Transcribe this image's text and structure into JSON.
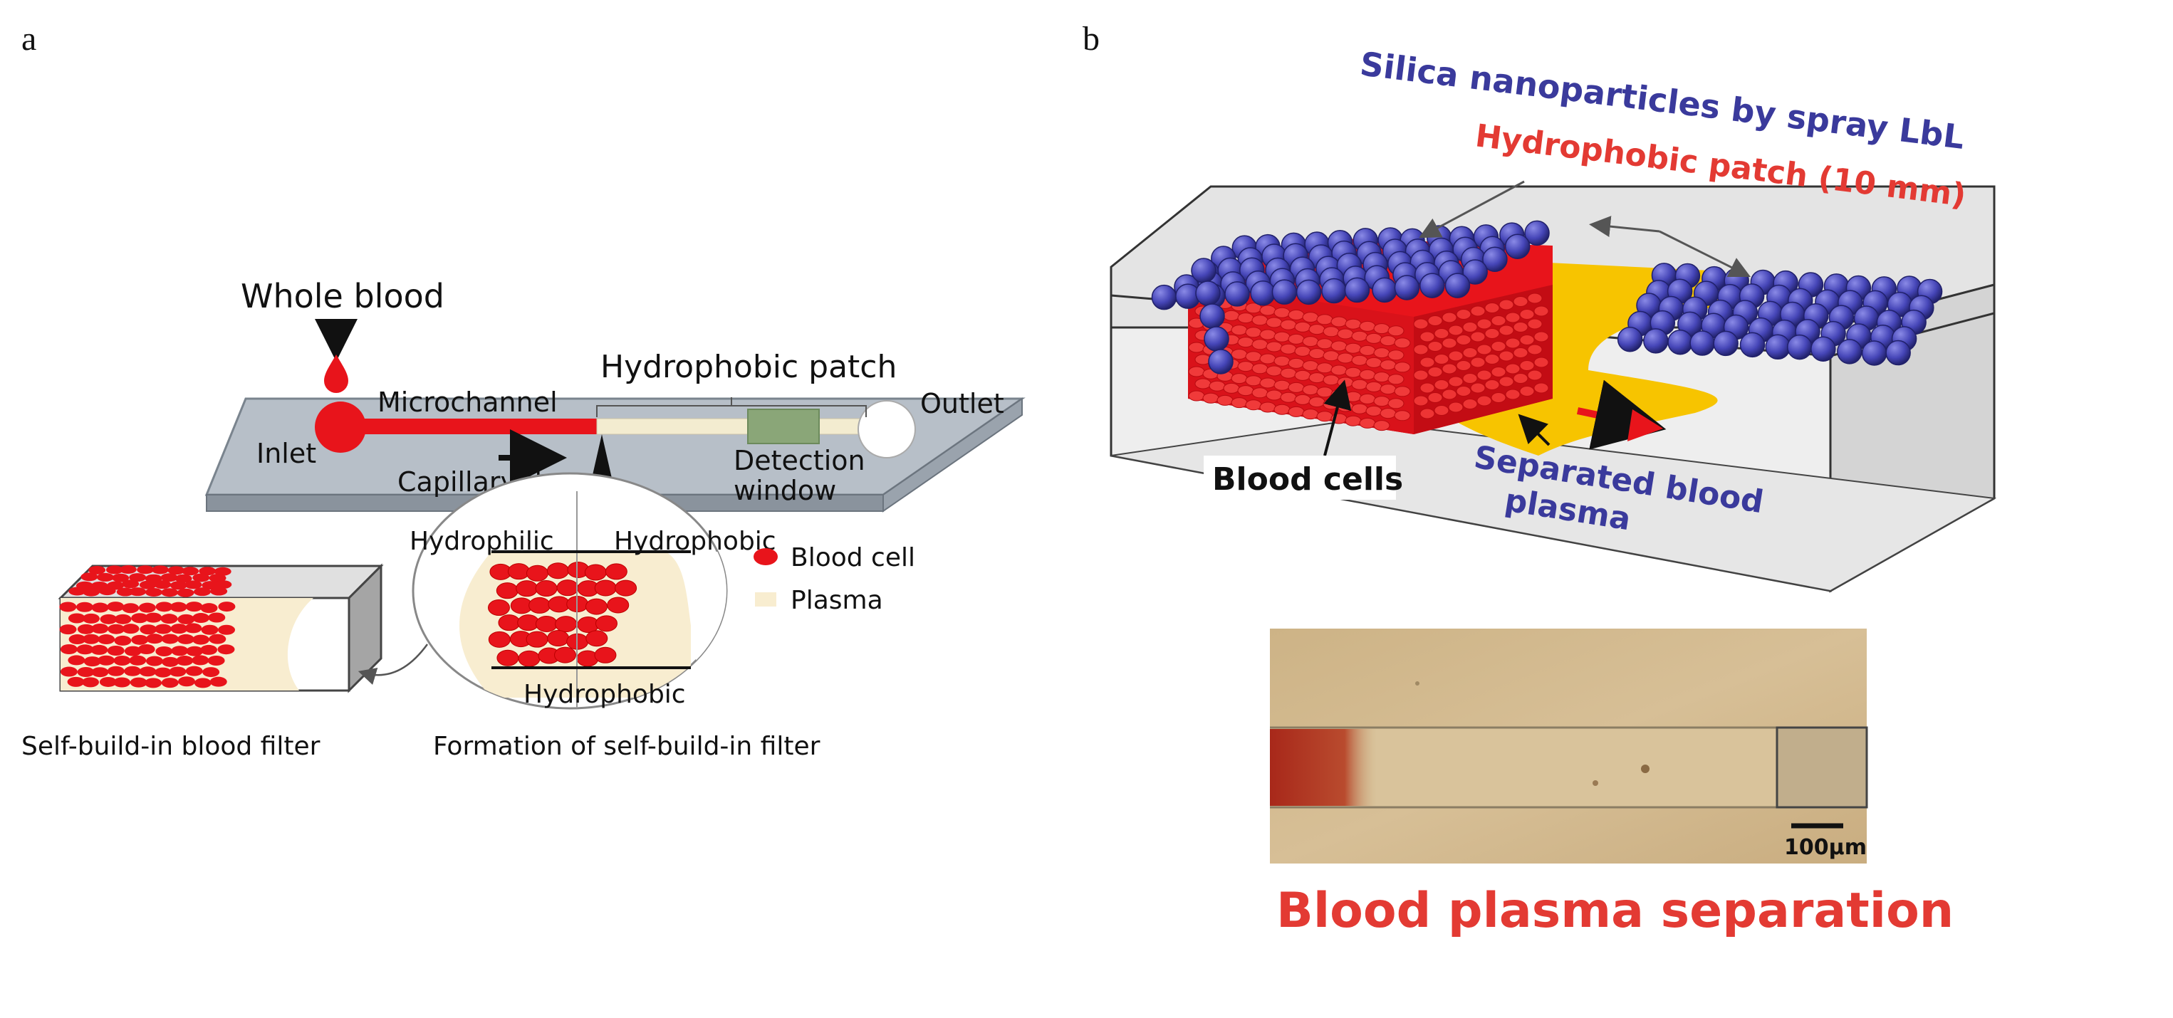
{
  "panel_a": {
    "letter": "a",
    "whole_blood": "Whole blood",
    "hydrophobic_patch": "Hydrophobic patch",
    "microchannel": "Microchannel",
    "outlet": "Outlet",
    "inlet": "Inlet",
    "capillary_flow": "Capillary flow",
    "detection_window": "Detection\nwindow",
    "hydrophilic": "Hydrophilic",
    "hydrophobic_top": "Hydrophobic",
    "hydrophobic_bottom": "Hydrophobic",
    "legend_blood_cell": "Blood cell",
    "legend_plasma": "Plasma",
    "caption_filter": "Self-build-in blood filter",
    "caption_formation": "Formation of self-build-in filter"
  },
  "panel_b": {
    "letter": "b",
    "silica": "Silica nanoparticles by spray LbL",
    "patch": "Hydrophobic patch (10 mm)",
    "blood_cells": "Blood cells",
    "separated_plasma": "Separated blood\nplasma",
    "scale": "100µm",
    "title": "Blood plasma separation"
  },
  "colors": {
    "blood": "#e8141b",
    "plasma": "#f8edd0",
    "yellow": "#f7c400",
    "nano": "#3f3fb0",
    "blue_text": "#3a3a9c",
    "red_text": "#e33a33",
    "chip": "#b7bfc8"
  }
}
